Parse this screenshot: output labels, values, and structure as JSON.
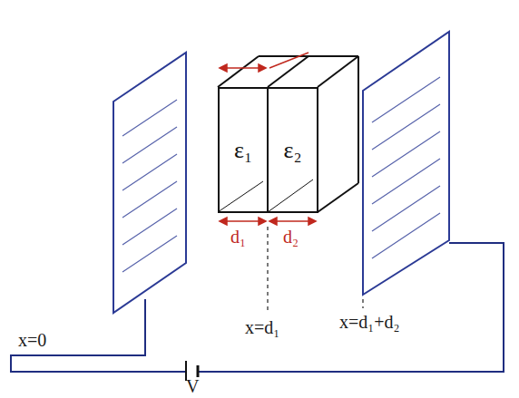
{
  "diagram": {
    "nodes": [
      {
        "text": [
          "ε₁"
        ]
      },
      {
        "text": [
          "ε₂"
        ]
      }
    ],
    "labels": [
      "d₁",
      "d₂",
      "x=0",
      "x=d₁",
      "x=d₁+d₂",
      "V"
    ]
  }
}
